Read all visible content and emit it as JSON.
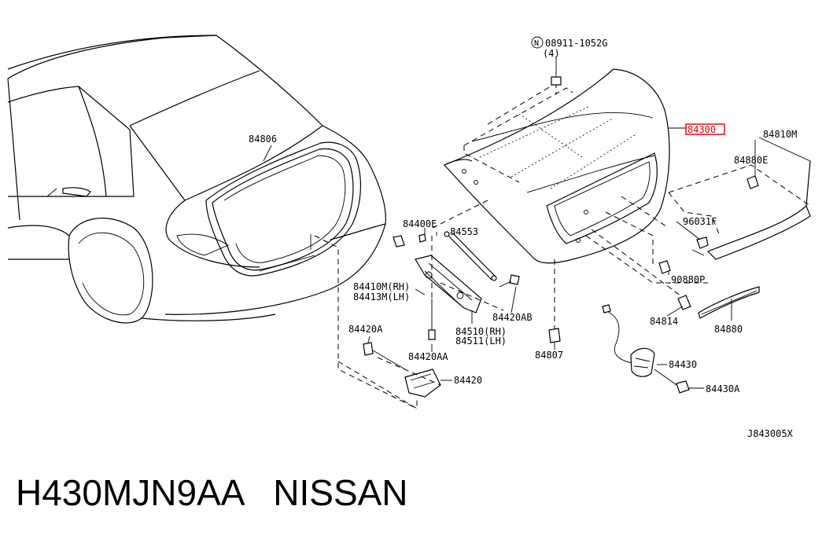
{
  "figure_code": "J843005X",
  "caption": "H430MJN9AA   NISSAN",
  "highlight_color": "#e00000",
  "labels": {
    "p84806": "84806",
    "p08911": "08911-1052G",
    "p08911_qty": "(4)",
    "p84300": "84300",
    "p84810m": "84810M",
    "p84880e": "84880E",
    "p96031f": "96031F",
    "p90880p": "90880P",
    "p84814": "84814",
    "p84880": "84880",
    "p84430": "84430",
    "p84430a": "84430A",
    "p84807": "84807",
    "p84400e": "84400E",
    "p84553": "84553",
    "p84410m": "84410M(RH)",
    "p84413m": "84413M(LH)",
    "p84420ab": "84420AB",
    "p84510": "84510(RH)",
    "p84511": "84511(LH)",
    "p84420a": "84420A",
    "p84420aa": "84420AA",
    "p84420": "84420"
  }
}
